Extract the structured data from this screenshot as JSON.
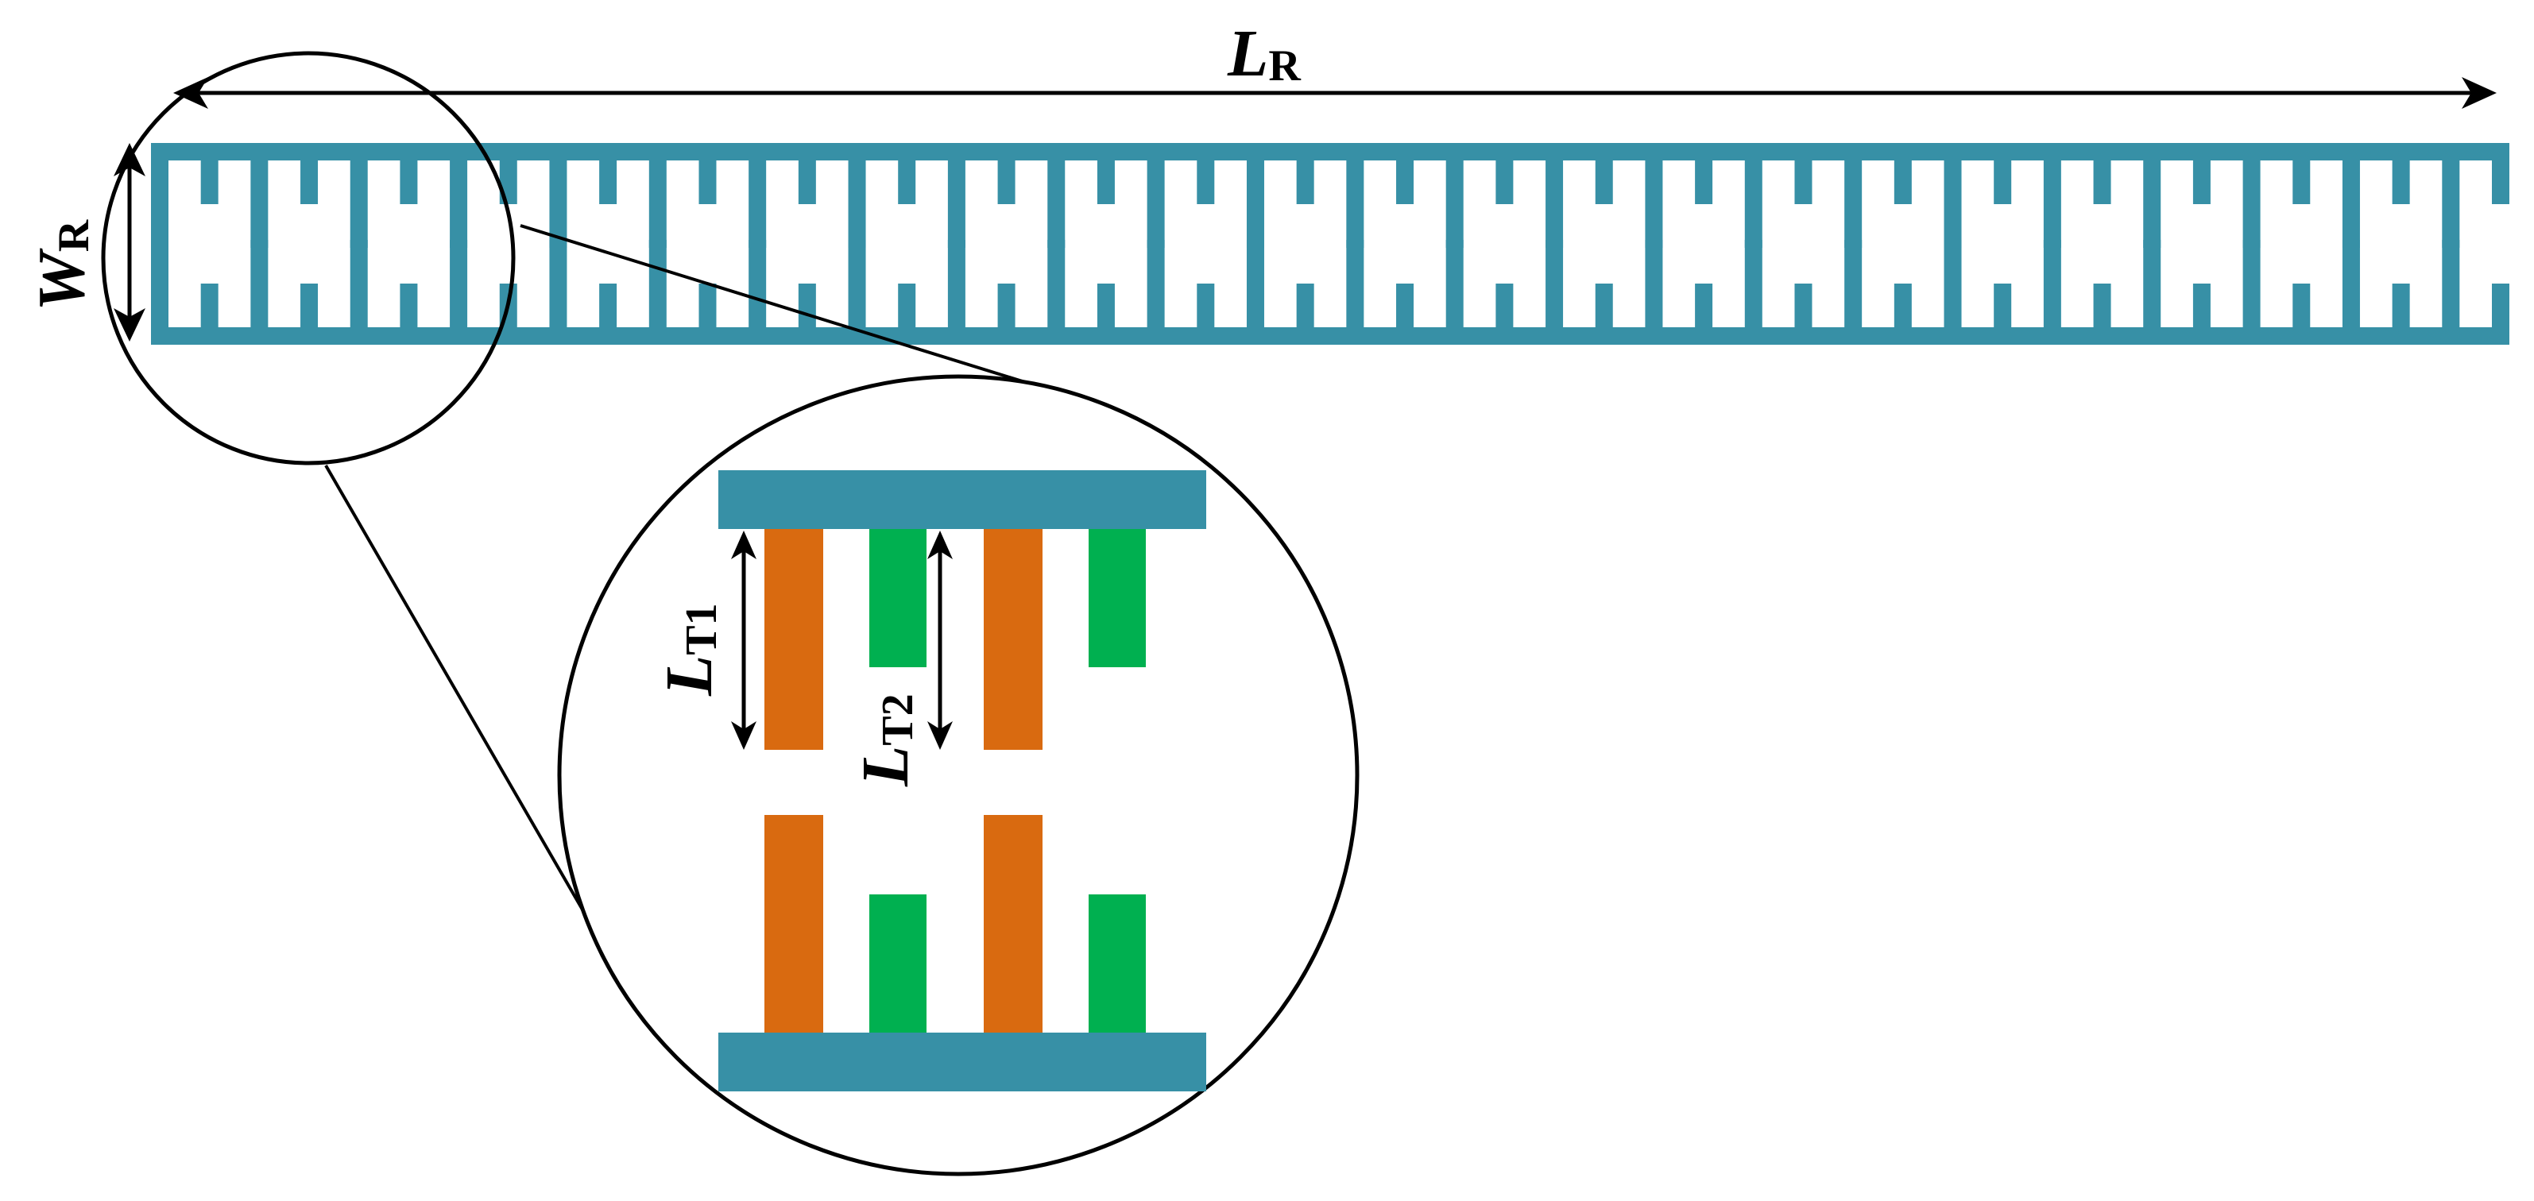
{
  "diagram": {
    "labels": {
      "length": {
        "main": "L",
        "sub": "R"
      },
      "width": {
        "main": "W",
        "sub": "R"
      },
      "stub_long": {
        "main": "L",
        "sub": "T1"
      },
      "stub_short": {
        "main": "L",
        "sub": "T2"
      }
    },
    "strip": {
      "upper_stub_count": 48,
      "lower_stub_count": 48,
      "pattern": [
        "long",
        "short"
      ]
    },
    "colors": {
      "strip": "#3790A6",
      "long_stub": "#D96A10",
      "short_stub": "#00B050",
      "lines": "#000000",
      "background": "#FFFFFF"
    }
  }
}
